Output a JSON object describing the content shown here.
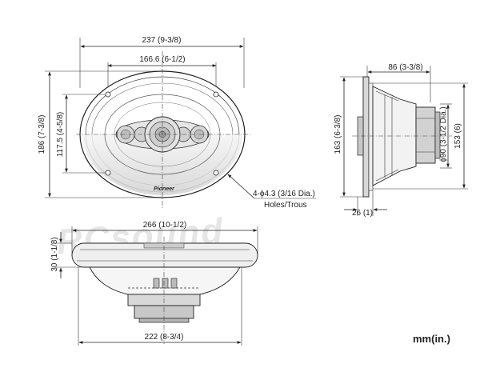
{
  "watermark": "RCsound",
  "brand_logo": "Pioneer",
  "units": "mm(in.)",
  "front_view": {
    "overall_width": "237 (9-3/8)",
    "hole_spacing_width": "166.6 (6-1/2)",
    "overall_height": "186 (7-3/8)",
    "hole_spacing_height": "117.5 (4-5/8)",
    "hole_spec": "4-ϕ4.3 (3/16 Dia.)",
    "hole_label": "Holes/Trous"
  },
  "side_view": {
    "mount_depth": "86 (3-3/8)",
    "body_height": "163 (6-3/8)",
    "magnet_diameter": "ϕ90 (3-1/2 Dia.)",
    "cutout_height": "153 (6)",
    "flange_depth": "26 (1)"
  },
  "top_view": {
    "overall_width": "266 (10-1/2)",
    "flange_height": "30 (1-1/8)",
    "basket_width": "222 (8-3/4)"
  }
}
